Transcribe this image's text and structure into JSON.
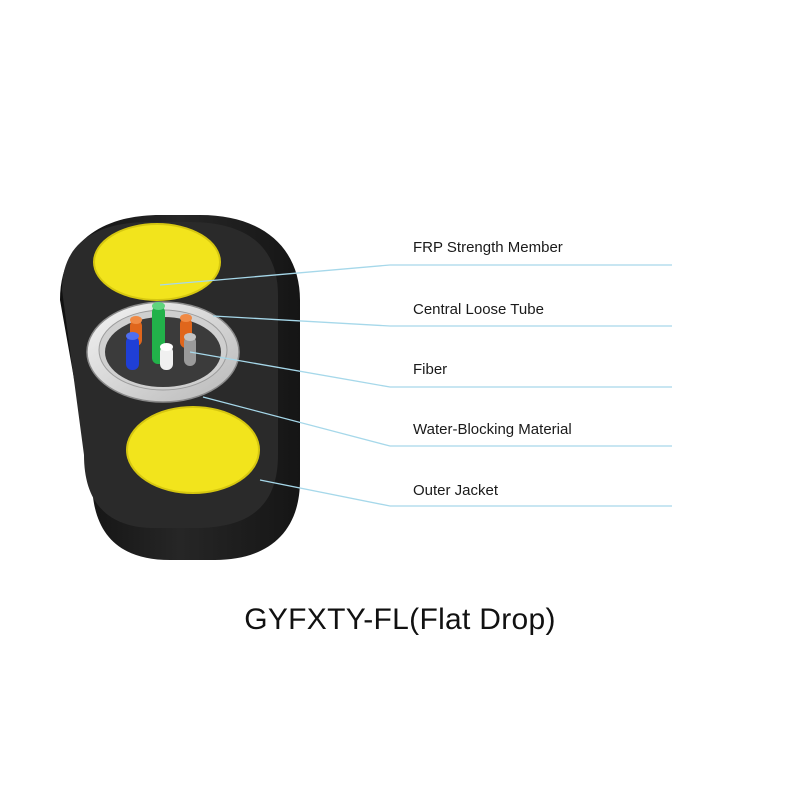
{
  "labels": [
    "FRP Strength Member",
    "Central Loose Tube",
    "Fiber",
    "Water-Blocking Material",
    "Outer Jacket"
  ],
  "title": "GYFXTY-FL(Flat Drop)",
  "colors": {
    "jacket": "#1e1e1e",
    "strength_member": "#f2e41c",
    "leader_line": "#a6d8ea",
    "fiber_blue": "#1f3fd6",
    "fiber_orange": "#e0661c",
    "fiber_green": "#22b24a",
    "fiber_white": "#f0f0f0",
    "fiber_grey": "#9a9a9a"
  }
}
